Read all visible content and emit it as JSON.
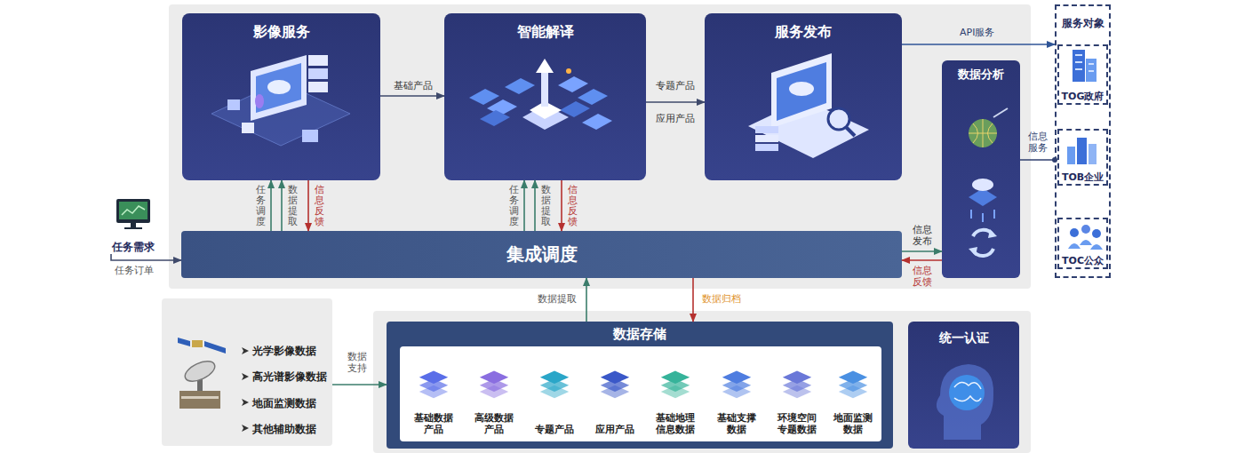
{
  "diagram": {
    "nodes": [
      {
        "text": [
          "影像服务"
        ]
      },
      {
        "text": [
          "智能解译"
        ]
      },
      {
        "text": [
          "服务发布"
        ]
      },
      {
        "text": [
          "数据分析"
        ]
      },
      {
        "text": [
          "集成调度"
        ]
      },
      {
        "text": [
          "服务对象"
        ]
      },
      {
        "text": [
          "TOG政府"
        ],
        "in": 5
      },
      {
        "text": [
          "TOB企业"
        ],
        "in": 5
      },
      {
        "text": [
          "TOC公众"
        ],
        "in": 5
      },
      {
        "text": [
          "任务需求"
        ]
      },
      {
        "text": [
          "光学影像数据",
          "高光谱影像数据",
          "地面监测数据",
          "其他辅助数据"
        ]
      },
      {
        "text": [
          "数据存储"
        ]
      },
      {
        "text": [
          "基础数据产品"
        ],
        "in": 11
      },
      {
        "text": [
          "高级数据产品"
        ],
        "in": 11
      },
      {
        "text": [
          "专题产品"
        ],
        "in": 11
      },
      {
        "text": [
          "应用产品"
        ],
        "in": 11
      },
      {
        "text": [
          "基础地理信息数据"
        ],
        "in": 11
      },
      {
        "text": [
          "基础支撑数据"
        ],
        "in": 11
      },
      {
        "text": [
          "环境空间专题数据"
        ],
        "in": 11
      },
      {
        "text": [
          "地面监测数据"
        ],
        "in": 11
      },
      {
        "text": [
          "统一认证"
        ]
      }
    ],
    "edges": [
      {
        "from": 0,
        "to": 1,
        "label": "基础产品",
        "arrow": "to"
      },
      {
        "from": 1,
        "to": 2,
        "label": "专题产品",
        "arrow": "to"
      },
      {
        "from": 2,
        "to": 5,
        "label": "API服务",
        "arrow": "to"
      },
      {
        "from": 3,
        "to": 5,
        "label": "信息服务",
        "arrow": "none"
      },
      {
        "from": 4,
        "to": 3,
        "label": "信息发布",
        "arrow": "to"
      },
      {
        "from": 3,
        "to": 4,
        "label": "信息反馈",
        "arrow": "to"
      },
      {
        "from": 4,
        "to": 0,
        "label": "任务调度",
        "arrow": "to"
      },
      {
        "from": 4,
        "to": 0,
        "label": "数据提取",
        "arrow": "to"
      },
      {
        "from": 0,
        "to": 4,
        "label": "信息反馈",
        "arrow": "to"
      },
      {
        "from": 4,
        "to": 1,
        "label": "任务调度",
        "arrow": "to"
      },
      {
        "from": 4,
        "to": 1,
        "label": "数据提取",
        "arrow": "to"
      },
      {
        "from": 1,
        "to": 4,
        "label": "信息反馈",
        "arrow": "to"
      },
      {
        "from": 11,
        "to": 4,
        "label": "数据提取",
        "arrow": "to"
      },
      {
        "from": 4,
        "to": 11,
        "label": "数据归档",
        "arrow": "to"
      },
      {
        "from": 9,
        "to": 4,
        "label": "任务订单",
        "arrow": "to"
      },
      {
        "from": 10,
        "to": 11,
        "label": "数据支持",
        "arrow": "to"
      }
    ],
    "labels": [
      "应用产品"
    ]
  }
}
